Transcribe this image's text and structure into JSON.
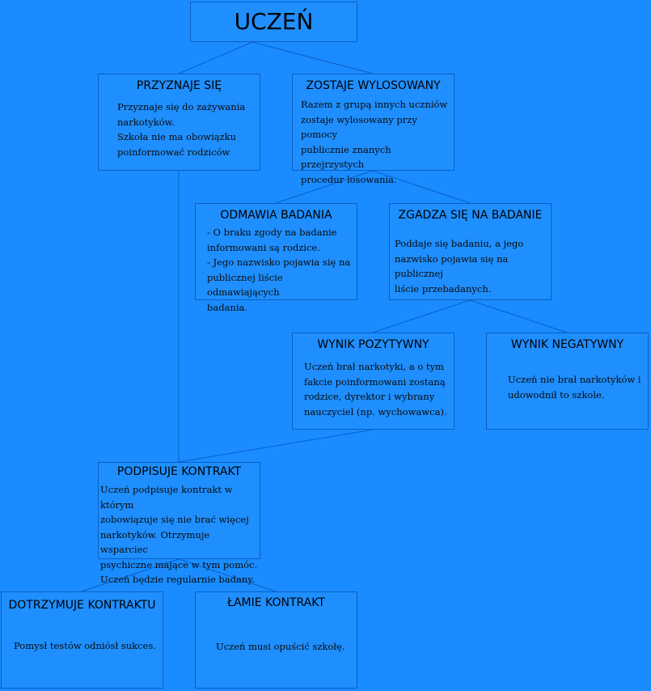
{
  "root": {
    "title": "UCZEŃ"
  },
  "admits": {
    "title": "PRZYZNAJE SIĘ",
    "lines": [
      "Przyznaje się do zażywania",
      "narkotyków.",
      "Szkoła nie ma obowiązku",
      "poinformować rodziców"
    ]
  },
  "drawn": {
    "title": "ZOSTAJE WYLOSOWANY",
    "lines": [
      "Razem z grupą innych uczniów",
      "zostaje wylosowany przy pomocy",
      "publicznie znanych przejrzystych",
      "procedur losowania."
    ]
  },
  "refuses": {
    "title": "ODMAWIA BADANIA",
    "lines": [
      "- O braku zgody na badanie",
      "informowani są rodzice.",
      "- Jego nazwisko pojawia się na",
      "publicznej liście odmawiających",
      "badania."
    ]
  },
  "agrees": {
    "title": "ZGADZA SIĘ NA BADANIE",
    "lines": [
      "Poddaje się badaniu, a jego",
      "nazwisko pojawia się na publicznej",
      "liście przebadanych."
    ]
  },
  "positive": {
    "title": "WYNIK POZYTYWNY",
    "lines": [
      "Uczeń brał narkotyki, a o tym",
      "fakcie poinformowani zostaną",
      "rodzice, dyrektor i wybrany",
      "nauczyciel (np. wychowawca)."
    ]
  },
  "negative": {
    "title": "WYNIK NEGATYWNY",
    "lines": [
      "Uczeń nie brał narkotyków i",
      "udowodnił to szkole."
    ]
  },
  "contract": {
    "title": "PODPISUJE KONTRAKT",
    "lines": [
      "Uczeń podpisuje kontrakt w którym",
      "zobowiązuje się nie brać więcej",
      "narkotyków. Otrzymuje wsparciec",
      "psychiczne mające w tym pomóc.",
      "Uczeń będzie regularnie badany."
    ]
  },
  "keeps": {
    "title": "DOTRZYMUJE KONTRAKTU",
    "lines": [
      "Pomysł testów odniósł sukces."
    ]
  },
  "breaks": {
    "title": "ŁAMIE KONTRAKT",
    "lines": [
      "Uczeń musi opuścić szkołę."
    ]
  }
}
